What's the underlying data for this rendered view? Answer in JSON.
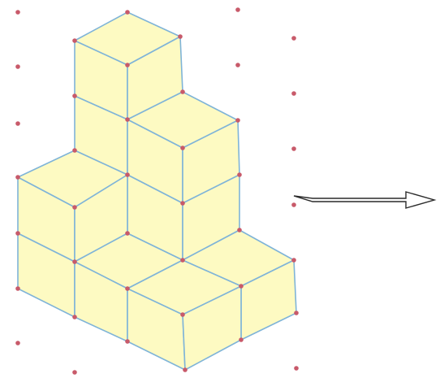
{
  "figure": {
    "kind": "isometric-cube-stack",
    "colors": {
      "cube_face": "#fdfac2",
      "cube_edge": "#7fb4d8",
      "grid_dot": "#c85a6a",
      "arrow_stroke": "#2a2a2a",
      "arrow_fill": "#ffffff"
    },
    "cube_count": 10,
    "layers": [
      {
        "level": 1,
        "cubes": 6
      },
      {
        "level": 2,
        "cubes": 3
      },
      {
        "level": 3,
        "cubes": 1
      }
    ],
    "arrow": {
      "direction": "right"
    }
  }
}
